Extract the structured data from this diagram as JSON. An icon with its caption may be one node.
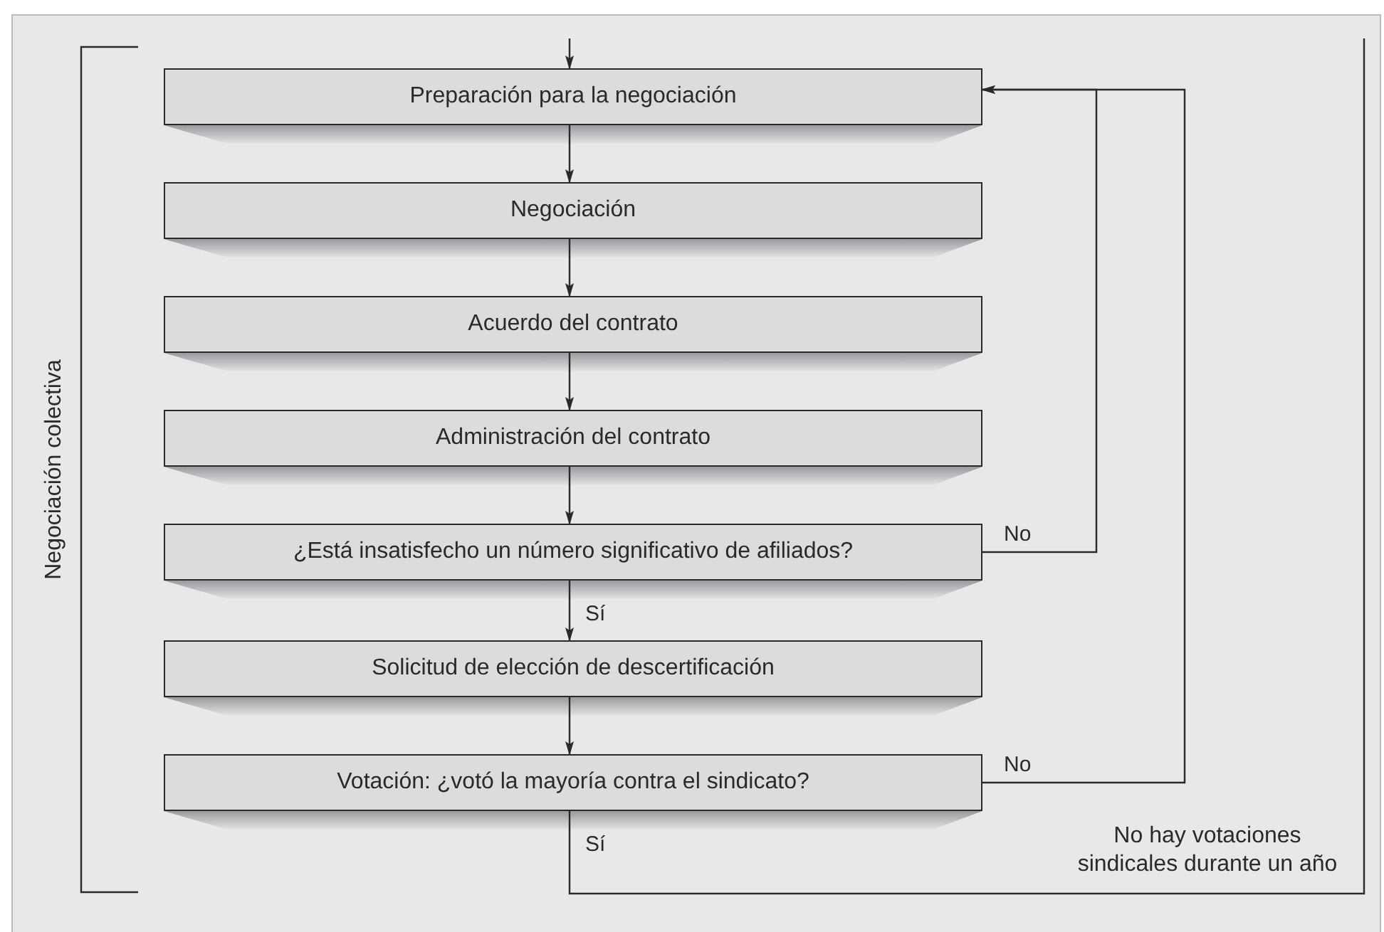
{
  "diagram": {
    "nodes": [
      {
        "text": [
          "Preparación para la negociación"
        ]
      },
      {
        "text": [
          "Negociación"
        ]
      },
      {
        "text": [
          "Acuerdo del contrato"
        ]
      },
      {
        "text": [
          "Administración del contrato"
        ]
      },
      {
        "text": [
          "¿Está insatisfecho un número significativo de afiliados?"
        ]
      },
      {
        "text": [
          "Solicitud de elección de descertificación"
        ]
      },
      {
        "text": [
          "Votación: ¿votó la mayoría contra el sindicato?"
        ]
      }
    ],
    "edges": [
      {
        "from": null,
        "to": 0,
        "arrow": "to"
      },
      {
        "from": 0,
        "to": 1,
        "arrow": "to"
      },
      {
        "from": 1,
        "to": 2,
        "arrow": "to"
      },
      {
        "from": 2,
        "to": 3,
        "arrow": "to"
      },
      {
        "from": 3,
        "to": 4,
        "arrow": "to"
      },
      {
        "from": 4,
        "to": 5,
        "arrow": "to",
        "label": "Sí"
      },
      {
        "from": 5,
        "to": 6,
        "arrow": "to"
      },
      {
        "from": 4,
        "to": 0,
        "arrow": "to",
        "label": "No"
      },
      {
        "from": 6,
        "to": 0,
        "arrow": "to",
        "label": "No"
      },
      {
        "from": 6,
        "to": null,
        "arrow": "none",
        "label": "Sí"
      }
    ],
    "labels": [
      "Negociación colectiva",
      "No hay votaciones sindicales durante un año"
    ]
  }
}
